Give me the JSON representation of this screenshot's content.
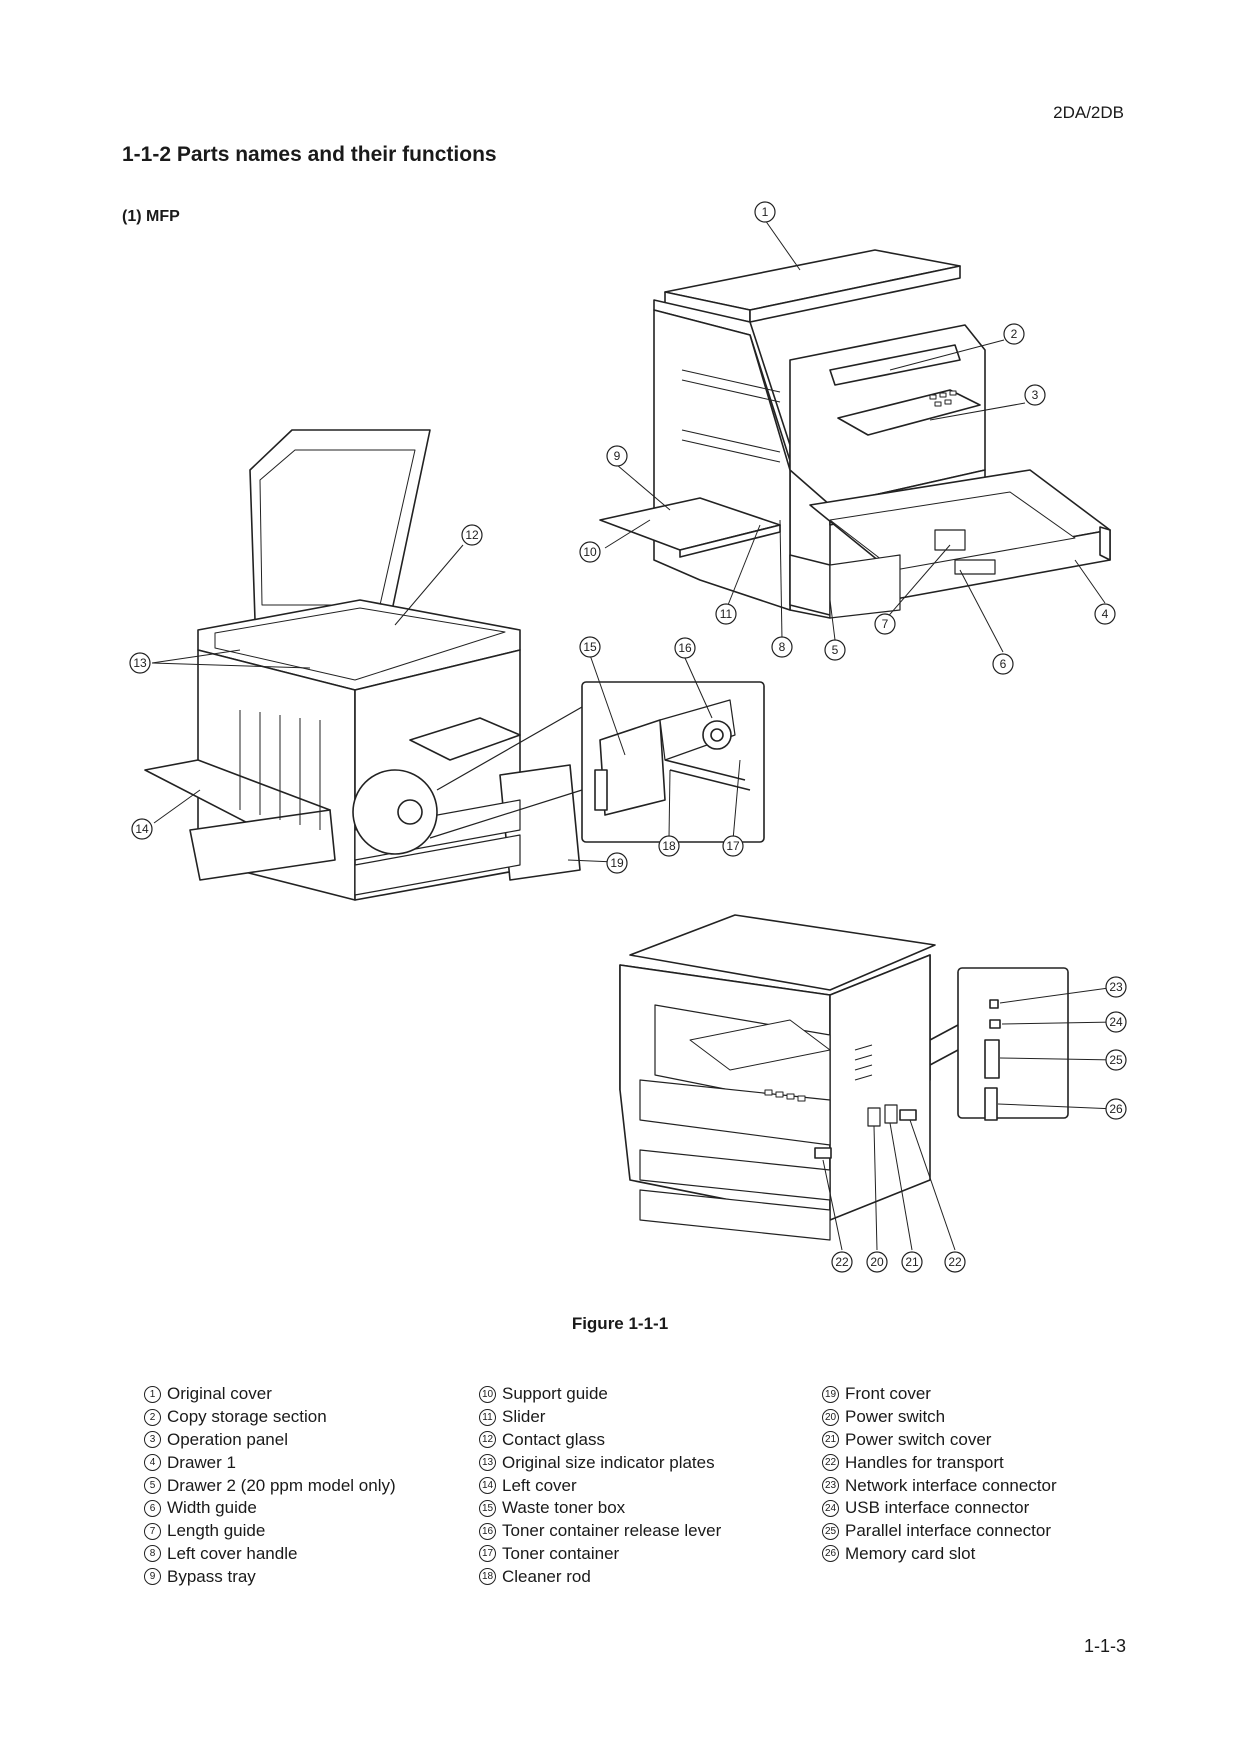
{
  "header": {
    "doc_code": "2DA/2DB"
  },
  "section": {
    "title": "1-1-2  Parts names and their functions",
    "subtitle": "(1)  MFP"
  },
  "figure": {
    "caption": "Figure 1-1-1"
  },
  "callouts": [
    "1",
    "2",
    "3",
    "4",
    "5",
    "6",
    "7",
    "8",
    "9",
    "10",
    "11",
    "12",
    "13",
    "14",
    "15",
    "16",
    "17",
    "18",
    "19",
    "20",
    "21",
    "22",
    "22",
    "23",
    "24",
    "25",
    "26"
  ],
  "legend": {
    "columns": [
      [
        {
          "num": "1",
          "label": "Original cover"
        },
        {
          "num": "2",
          "label": "Copy storage section"
        },
        {
          "num": "3",
          "label": "Operation panel"
        },
        {
          "num": "4",
          "label": "Drawer 1"
        },
        {
          "num": "5",
          "label": "Drawer 2 (20 ppm model only)"
        },
        {
          "num": "6",
          "label": "Width guide"
        },
        {
          "num": "7",
          "label": "Length guide"
        },
        {
          "num": "8",
          "label": "Left cover handle"
        },
        {
          "num": "9",
          "label": "Bypass tray"
        }
      ],
      [
        {
          "num": "10",
          "label": "Support guide"
        },
        {
          "num": "11",
          "label": "Slider"
        },
        {
          "num": "12",
          "label": "Contact glass"
        },
        {
          "num": "13",
          "label": "Original size indicator plates"
        },
        {
          "num": "14",
          "label": "Left cover"
        },
        {
          "num": "15",
          "label": "Waste toner box"
        },
        {
          "num": "16",
          "label": "Toner container release lever"
        },
        {
          "num": "17",
          "label": "Toner container"
        },
        {
          "num": "18",
          "label": "Cleaner rod"
        }
      ],
      [
        {
          "num": "19",
          "label": "Front cover"
        },
        {
          "num": "20",
          "label": "Power switch"
        },
        {
          "num": "21",
          "label": "Power switch cover"
        },
        {
          "num": "22",
          "label": "Handles for transport"
        },
        {
          "num": "23",
          "label": "Network interface connector"
        },
        {
          "num": "24",
          "label": "USB interface connector"
        },
        {
          "num": "25",
          "label": "Parallel interface connector"
        },
        {
          "num": "26",
          "label": "Memory card slot"
        }
      ]
    ]
  },
  "footer": {
    "page_number": "1-1-3"
  }
}
